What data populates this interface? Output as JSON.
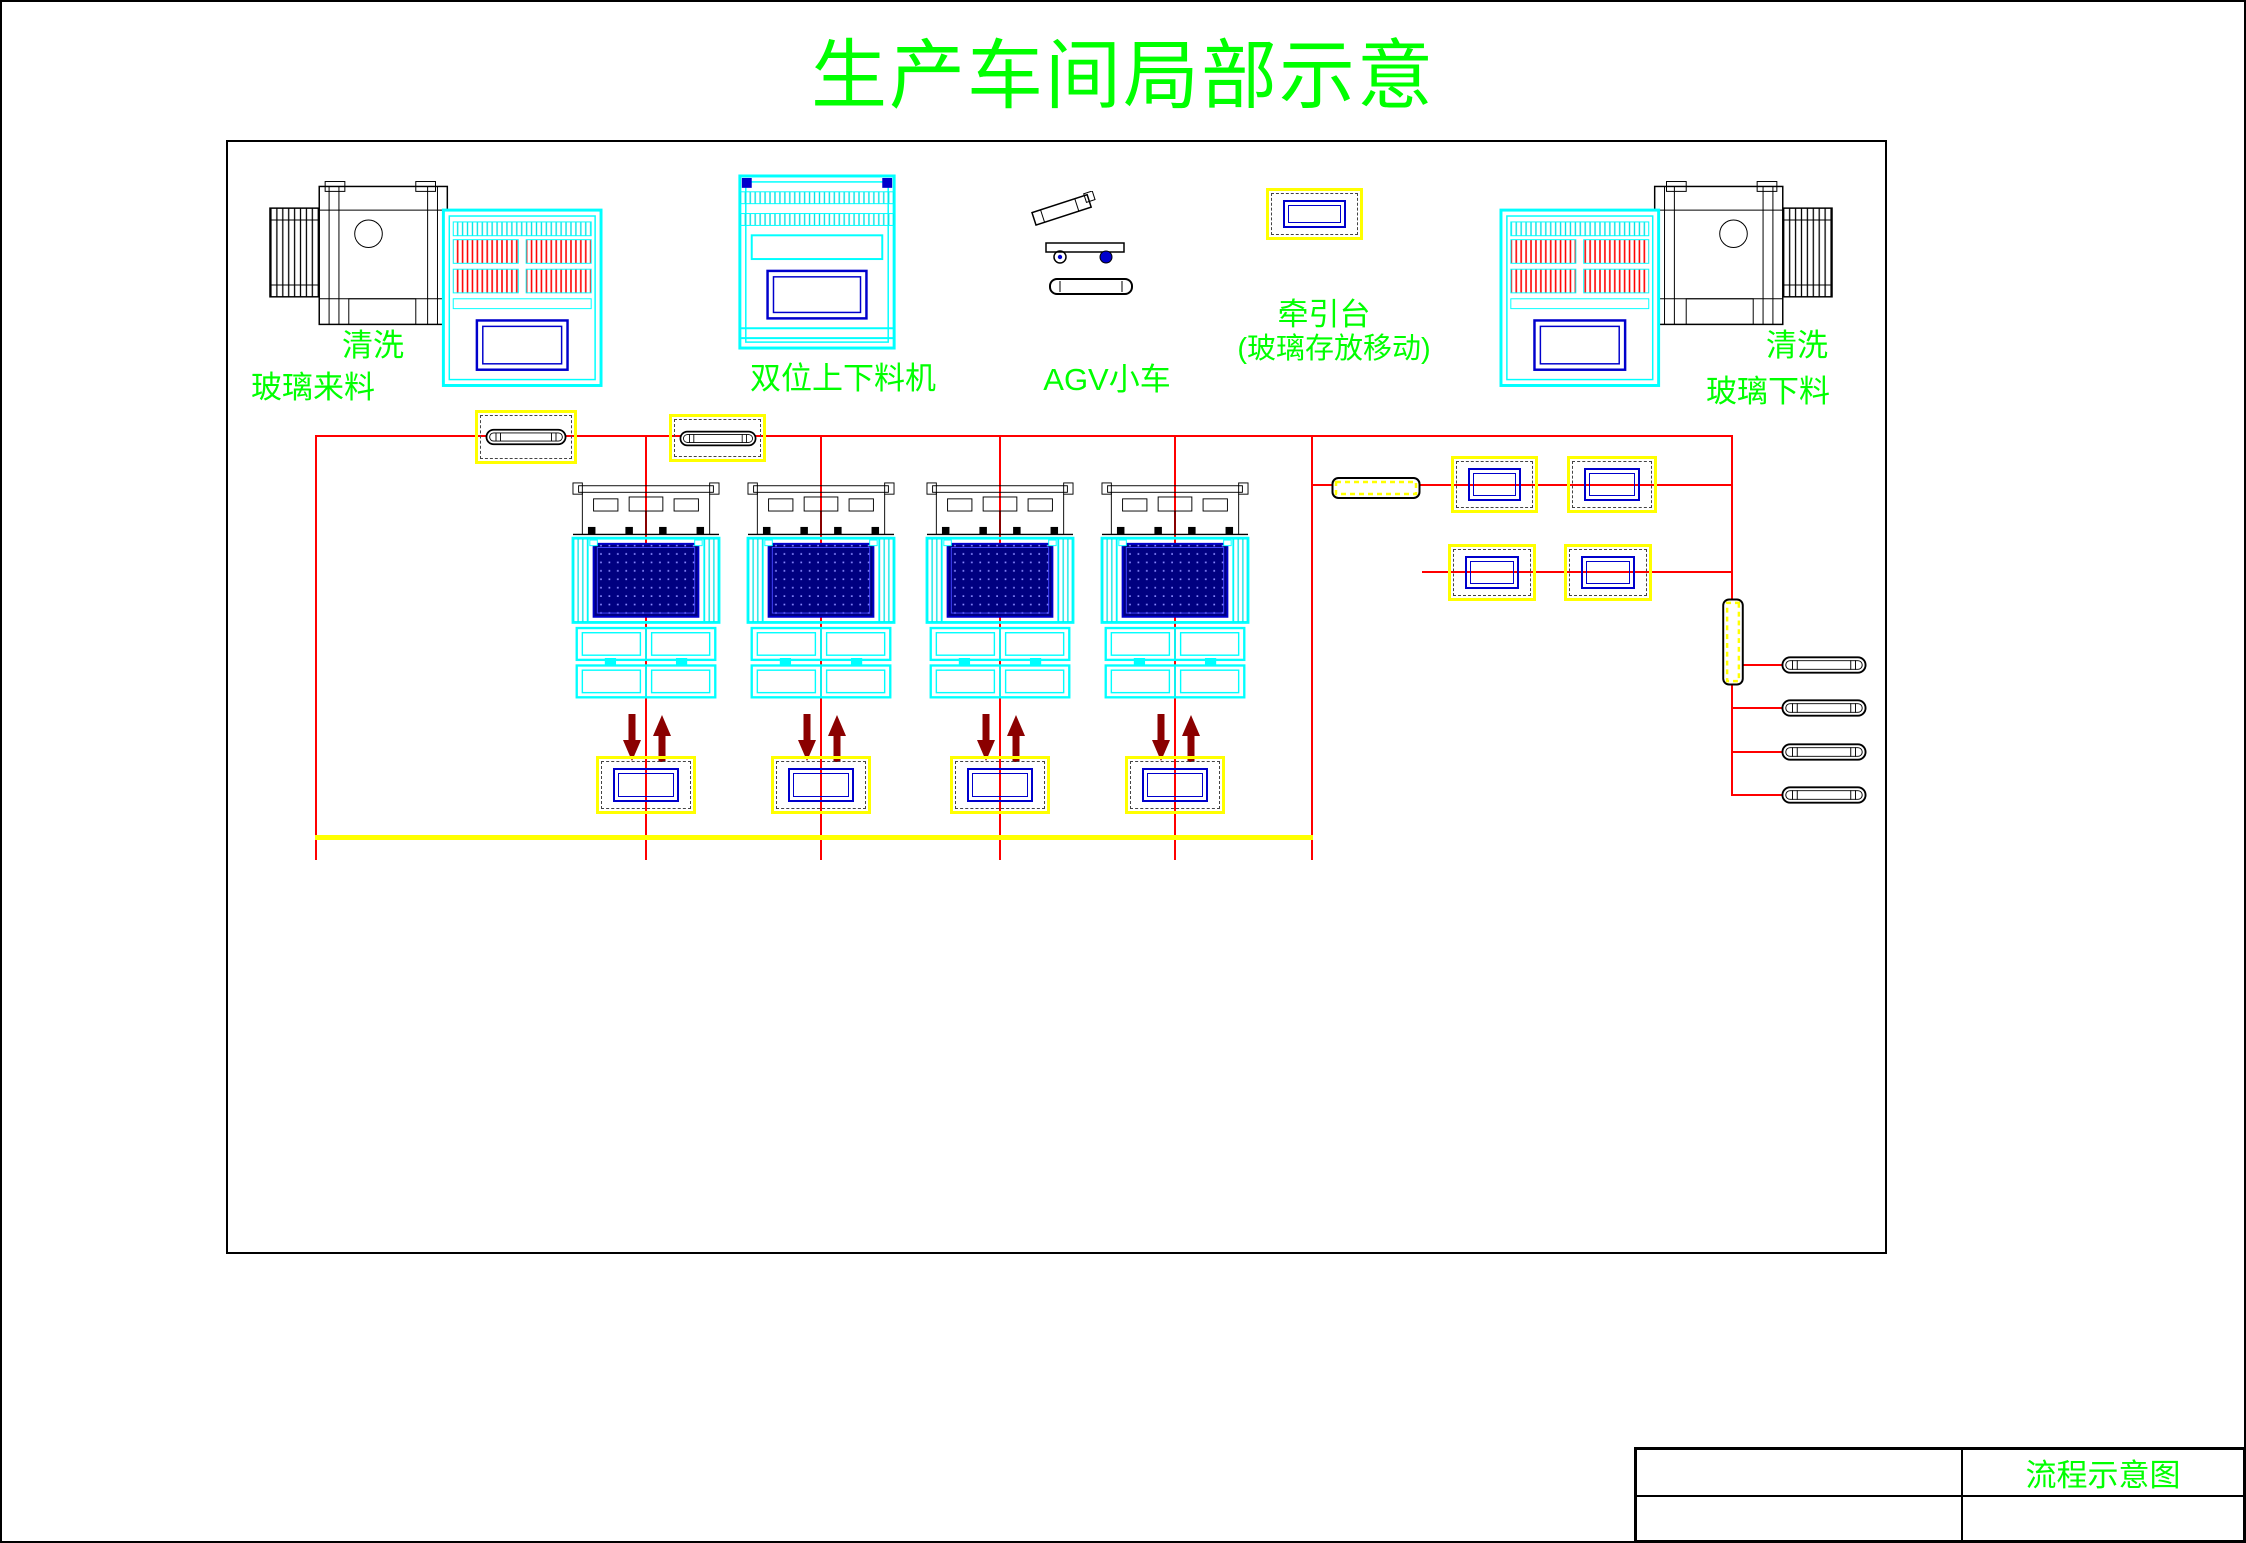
{
  "title": "生产车间局部示意",
  "colors": {
    "label_green": "#00ff00",
    "machine_cyan": "#00ffff",
    "flow_red": "#ff0000",
    "highlight_yellow": "#ffff00",
    "glass_blue": "#0000cc",
    "panel_navy": "#000080",
    "arrow_dark_red": "#8b0000"
  },
  "stations": {
    "wash_in": {
      "label_top": "清洗",
      "label_bottom": "玻璃来料"
    },
    "loader": {
      "label": "双位上下料机"
    },
    "agv": {
      "label": "AGV小车"
    },
    "traction": {
      "label": "牵引台",
      "sublabel": "(玻璃存放移动)"
    },
    "wash_out": {
      "label_top": "清洗",
      "label_bottom": "玻璃下料"
    }
  },
  "title_block": {
    "drawing_name": "流程示意图"
  }
}
